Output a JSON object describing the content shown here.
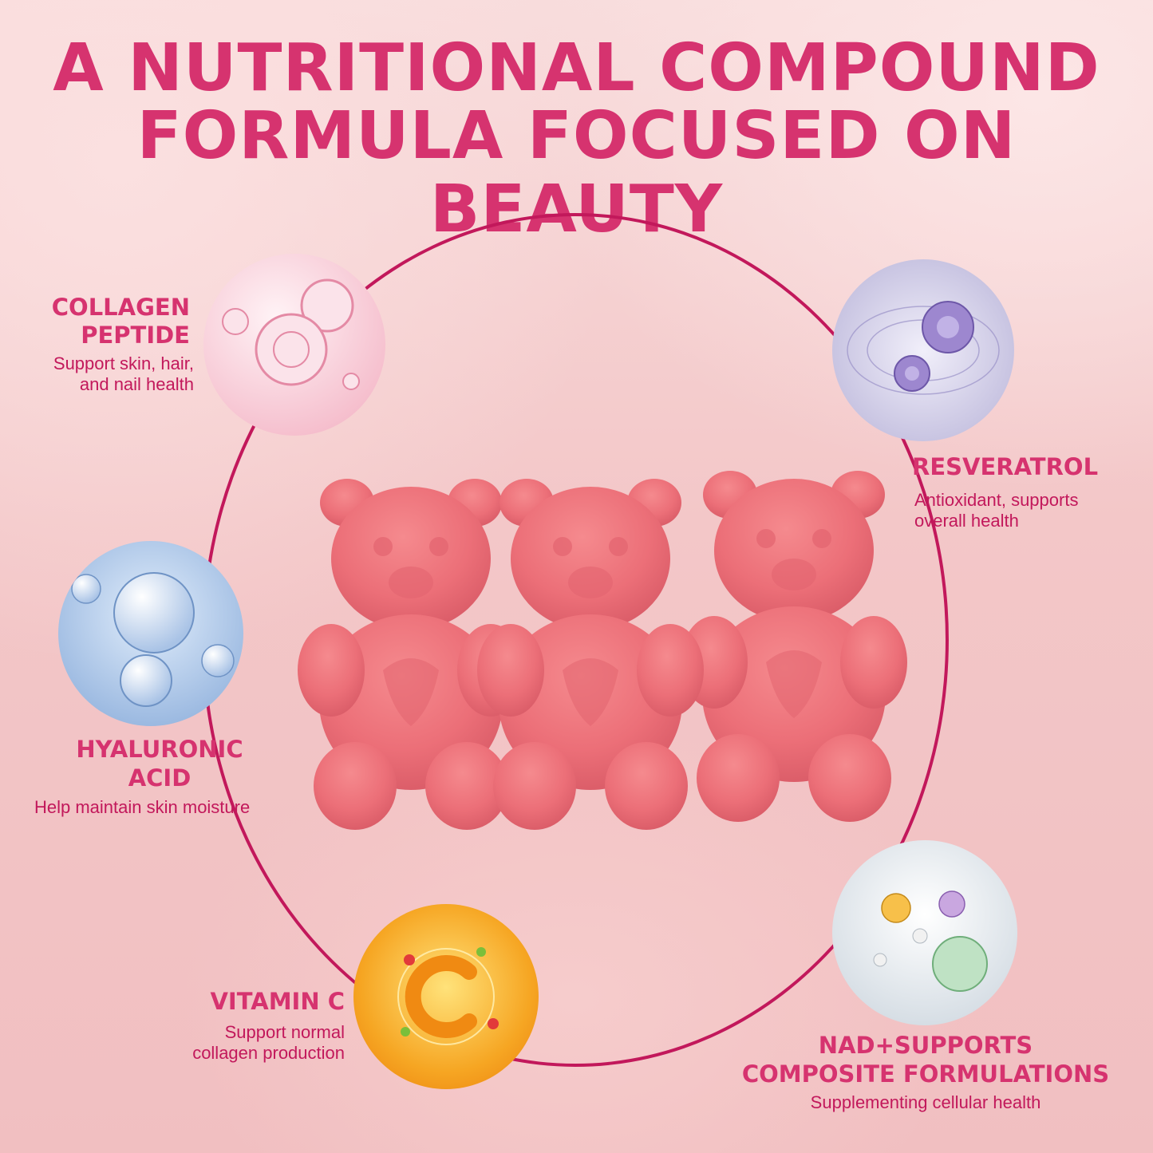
{
  "headline": {
    "line1": "A NUTRITIONAL COMPOUND",
    "line2": "FORMULA FOCUSED ON BEAUTY"
  },
  "ingredients": [
    {
      "title_line1": "COLLAGEN",
      "title_line2": "PEPTIDE",
      "desc_line1": "Support skin, hair,",
      "desc_line2": "and nail health"
    },
    {
      "title_line1": "RESVERATROL",
      "desc_line1": "Antioxidant, supports",
      "desc_line2": "overall health"
    },
    {
      "title_line1": "HYALURONIC",
      "title_line2": "ACID",
      "desc_line1": "Help maintain skin moisture"
    },
    {
      "title_line1": "VITAMIN C",
      "desc_line1": "Support normal",
      "desc_line2": "collagen production"
    },
    {
      "title_line1": "NAD+SUPPORTS",
      "title_line2": "COMPOSITE FORMULATIONS",
      "desc_line1": "Supplementing cellular health"
    }
  ],
  "colors": {
    "accent": "#d6336f",
    "ring": "#c2185b",
    "gummy": "#ec6f78"
  },
  "images": [
    "collagen-bubbles-icon",
    "resveratrol-molecule-icon",
    "hyaluronic-bubbles-icon",
    "vitamin-c-icon",
    "nad-molecules-icon",
    "gummy-bears-image"
  ]
}
